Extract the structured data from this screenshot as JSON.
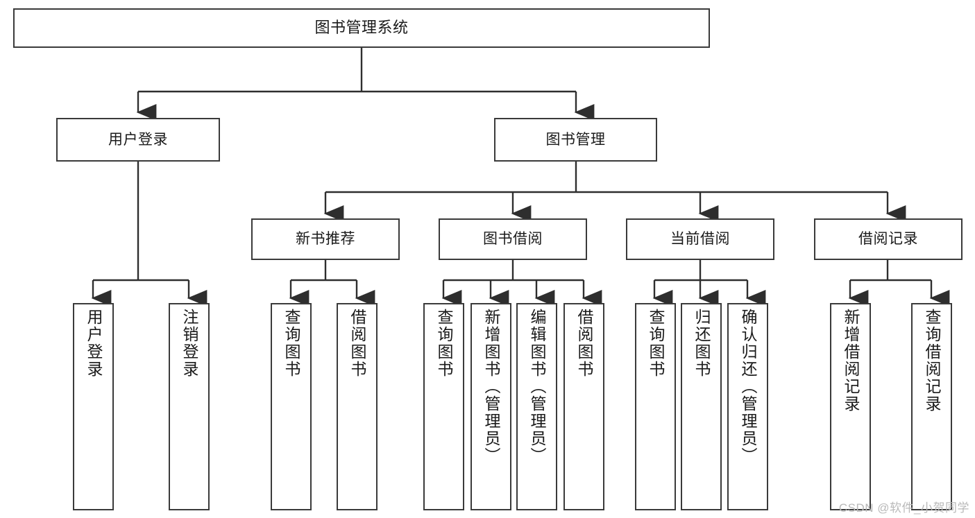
{
  "diagram": {
    "title": "图书管理系统",
    "type": "tree-hierarchy-diagram",
    "colors": {
      "box_border": "#3a3a3a",
      "box_fill": "#ffffff",
      "connector": "#2e2e2e",
      "text": "#1a1a1a",
      "watermark": "#b9b9b9"
    },
    "root": {
      "label": "图书管理系统"
    },
    "level2": [
      {
        "label": "用户登录"
      },
      {
        "label": "图书管理"
      }
    ],
    "level3": [
      {
        "label": "新书推荐"
      },
      {
        "label": "图书借阅"
      },
      {
        "label": "当前借阅"
      },
      {
        "label": "借阅记录"
      }
    ],
    "leaves": {
      "user_login": [
        {
          "label": "用户登录"
        },
        {
          "label": "注销登录"
        }
      ],
      "new_book_recommend": [
        {
          "label": "查询图书"
        },
        {
          "label": "借阅图书"
        }
      ],
      "book_borrow": [
        {
          "label": "查询图书"
        },
        {
          "label": "新增图书（管理员）"
        },
        {
          "label": "编辑图书（管理员）"
        },
        {
          "label": "借阅图书"
        }
      ],
      "current_borrow": [
        {
          "label": "查询图书"
        },
        {
          "label": "归还图书"
        },
        {
          "label": "确认归还（管理员）"
        }
      ],
      "borrow_record": [
        {
          "label": "新增借阅记录"
        },
        {
          "label": "查询借阅记录"
        }
      ]
    },
    "watermark": "CSDN @软件_小贺同学"
  }
}
